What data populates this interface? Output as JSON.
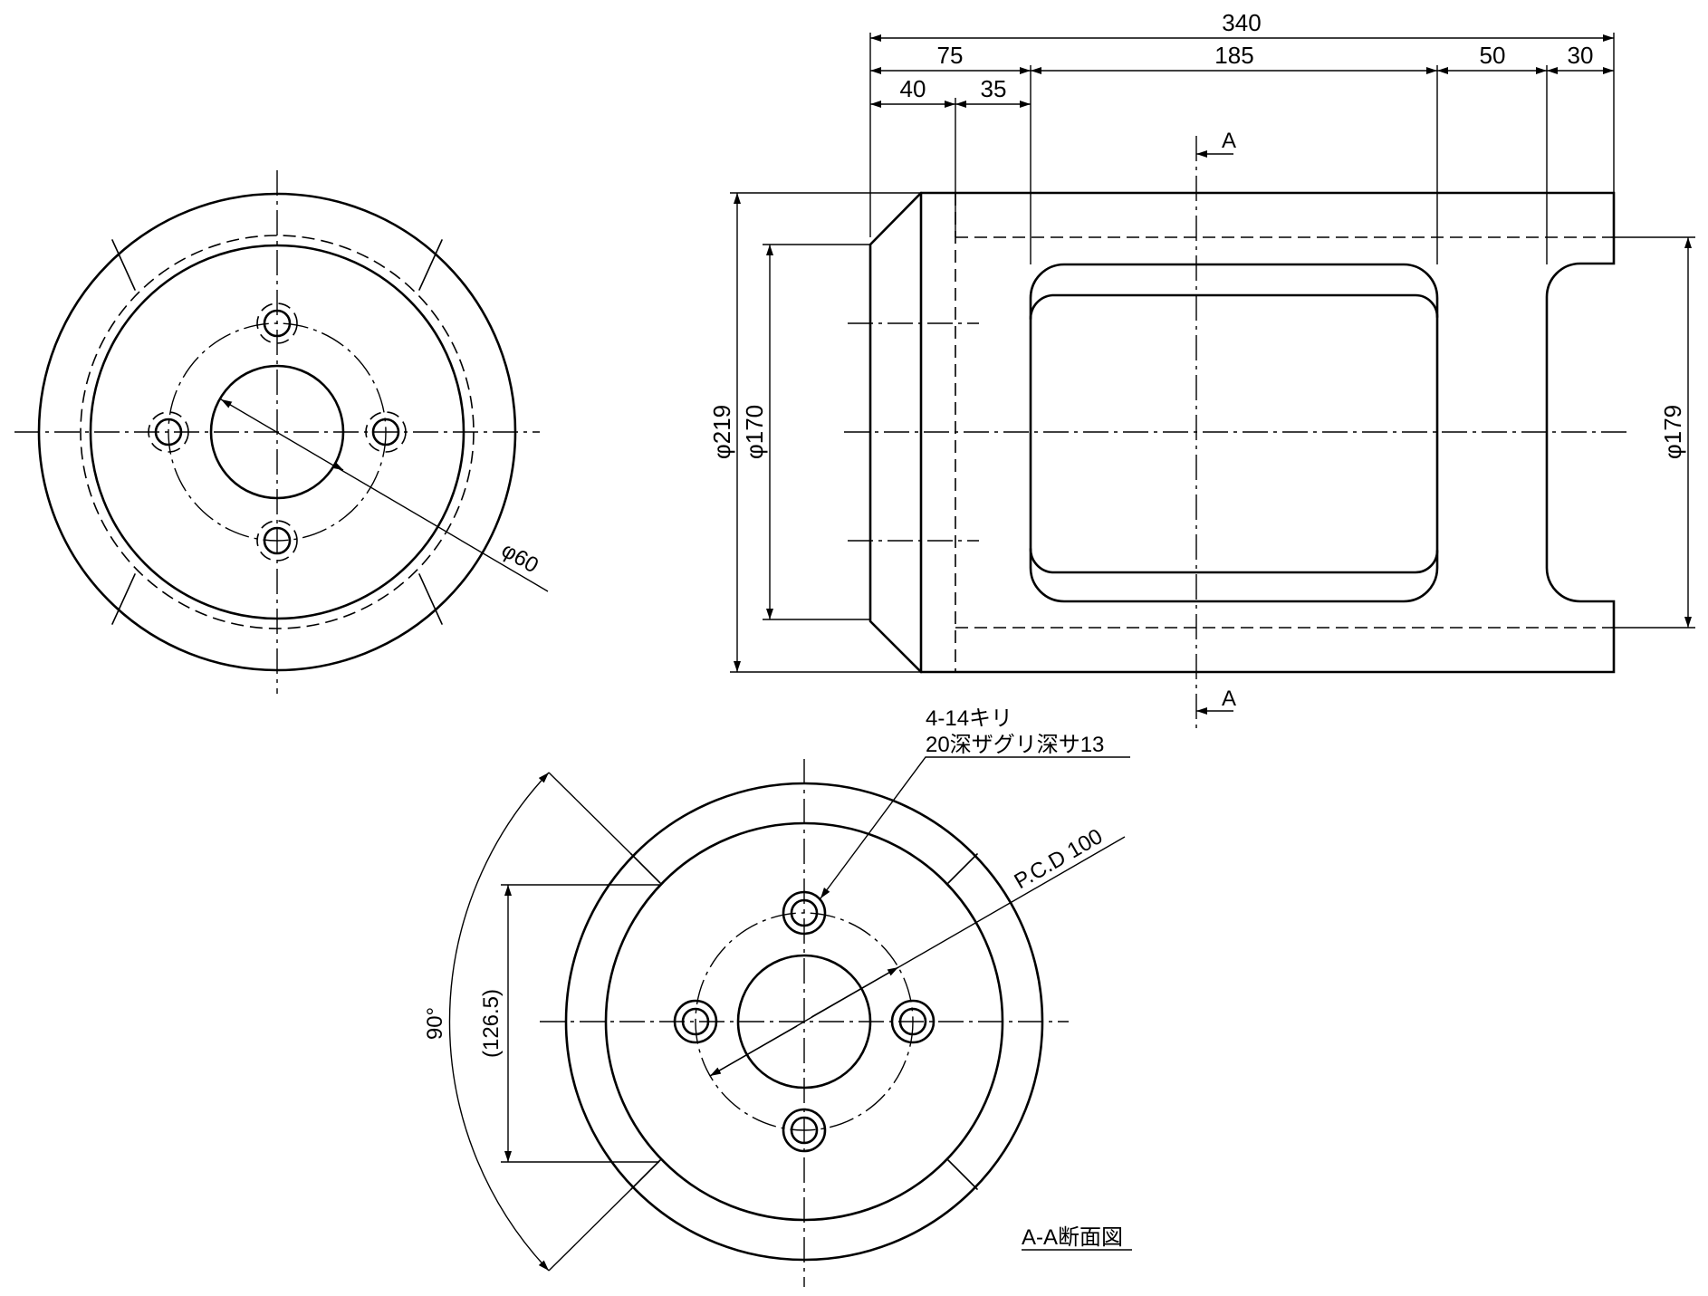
{
  "dimensions": {
    "overall_length": "340",
    "len_75": "75",
    "len_185": "185",
    "len_50": "50",
    "len_30": "30",
    "len_40": "40",
    "len_35": "35",
    "dia_219": "φ219",
    "dia_170": "φ170",
    "dia_179": "φ179",
    "dia_60": "φ60",
    "pcd": "P.C.D 100",
    "angle": "90°",
    "chord": "(126.5)"
  },
  "section_marker": "A",
  "hole_note": {
    "line1": "4-14キリ",
    "line2": "20深ザグリ深サ13"
  },
  "section_title": "A-A断面図"
}
